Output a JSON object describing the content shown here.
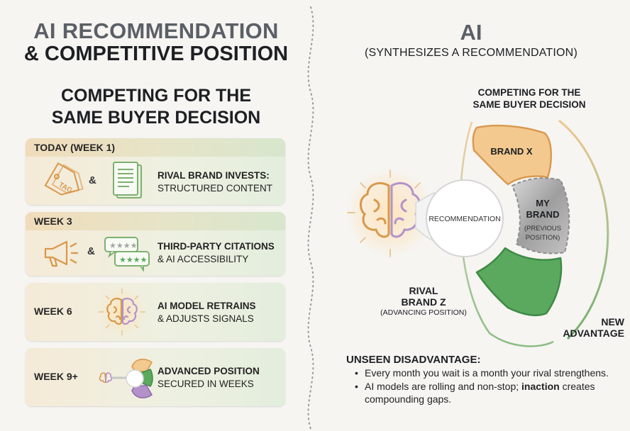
{
  "left": {
    "title_line1": "AI RECOMMENDATION",
    "title_line2": "& COMPETITIVE POSITION",
    "subtitle_line1": "COMPETING FOR THE",
    "subtitle_line2": "SAME BUYER DECISION",
    "timeline": [
      {
        "label": "TODAY (WEEK 1)",
        "amp": "&",
        "bold": "RIVAL BRAND INVESTS:",
        "line2": "STRUCTURED CONTENT",
        "icon_a": "price-tag-icon",
        "icon_a_text": "TAG",
        "icon_b": "document-icon"
      },
      {
        "label": "WEEK 3",
        "amp": "&",
        "bold": "THIRD-PARTY CITATIONS",
        "line2": "& AI ACCESSIBILITY",
        "icon_a": "megaphone-icon",
        "icon_b": "star-review-icon"
      },
      {
        "label": "WEEK 6",
        "bold": "AI MODEL RETRAINS",
        "line2": "& ADJUSTS SIGNALS",
        "icon_a": "brain-icon"
      },
      {
        "label": "WEEK 9+",
        "bold": "ADVANCED POSITION",
        "line2": "SECURED IN WEEKS",
        "icon_a": "mini-diagram-icon"
      }
    ]
  },
  "right": {
    "title": "AI",
    "subtitle": "(SYNTHESIZES A RECOMMENDATION)",
    "compete_line1": "COMPETING FOR THE",
    "compete_line2": "SAME BUYER DECISION",
    "center": "RECOMMENDATION",
    "brand_x": "BRAND X",
    "my_brand_line1": "MY",
    "my_brand_line2": "BRAND",
    "my_brand_note1": "(PREVIOUS",
    "my_brand_note2": "POSITION)",
    "rival_line1": "RIVAL",
    "rival_line2": "BRAND Z",
    "rival_note": "(ADVANCING POSITION)",
    "new_line1": "NEW",
    "new_line2": "ADVANTAGE",
    "unseen_title": "UNSEEN DISADVANTAGE:",
    "bullet1": "Every month you wait is a month your rival strengthens.",
    "bullet2_bold": "inaction",
    "bullet2_pre": "AI models are rolling and non-stop;",
    "bullet2_post": "creates compounding gaps."
  },
  "colors": {
    "brand_x": "#f3c98f",
    "rival_z": "#5aa95f",
    "my_brand": "#a9a9a9",
    "accent_green": "#8cbf7c",
    "accent_orange": "#e8b36f"
  }
}
